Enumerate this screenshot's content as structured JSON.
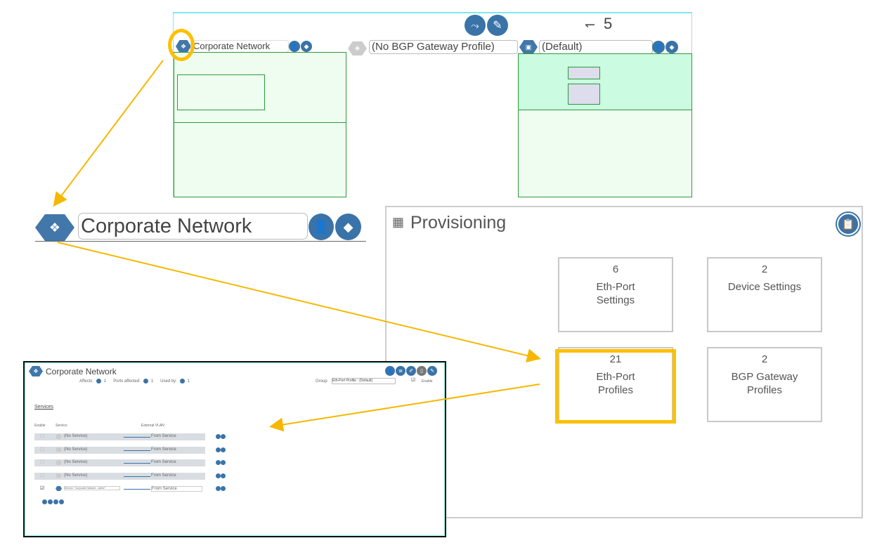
{
  "top": {
    "name_field": "Corporate Network",
    "bgp_field": "(No BGP Gateway Profile)",
    "default_field": "(Default)",
    "count": "5",
    "count_icon": "arrow-left-icon"
  },
  "header": {
    "name_field": "Corporate Network"
  },
  "provisioning": {
    "title": "Provisioning",
    "tiles": [
      {
        "count": "6",
        "label": "Eth-Port Settings"
      },
      {
        "count": "2",
        "label": "Device Settings"
      },
      {
        "count": "21",
        "label": "Eth-Port Profiles"
      },
      {
        "count": "2",
        "label": "BGP Gateway Profiles"
      }
    ]
  },
  "detail": {
    "title": "Corporate Network",
    "affects_label": "Affects:",
    "affects_value": "1",
    "ports_label": "Ports affected:",
    "ports_value": "1",
    "used_label": "Used by:",
    "used_value": "1",
    "group_label": "Group",
    "group_value": "Eth-Port Profile : (Default)",
    "enable_label": "Enable",
    "services_heading": "Services",
    "columns": [
      "Enable",
      "Service",
      "External VLAN"
    ],
    "rows": [
      {
        "enabled": false,
        "service": "(No Service)",
        "vlan": "From Service"
      },
      {
        "enabled": false,
        "service": "(No Service)",
        "vlan": "From Service"
      },
      {
        "enabled": false,
        "service": "(No Service)",
        "vlan": "From Service"
      },
      {
        "enabled": false,
        "service": "(No Service)",
        "vlan": "From Service"
      },
      {
        "enabled": true,
        "service": "Service: \"Corporate Network - native\"",
        "vlan": "From Service"
      }
    ]
  },
  "colors": {
    "arrow": "#f6b700",
    "accent": "#3a73a8",
    "highlight": "#ffc000",
    "panel": "#eefdf0"
  }
}
